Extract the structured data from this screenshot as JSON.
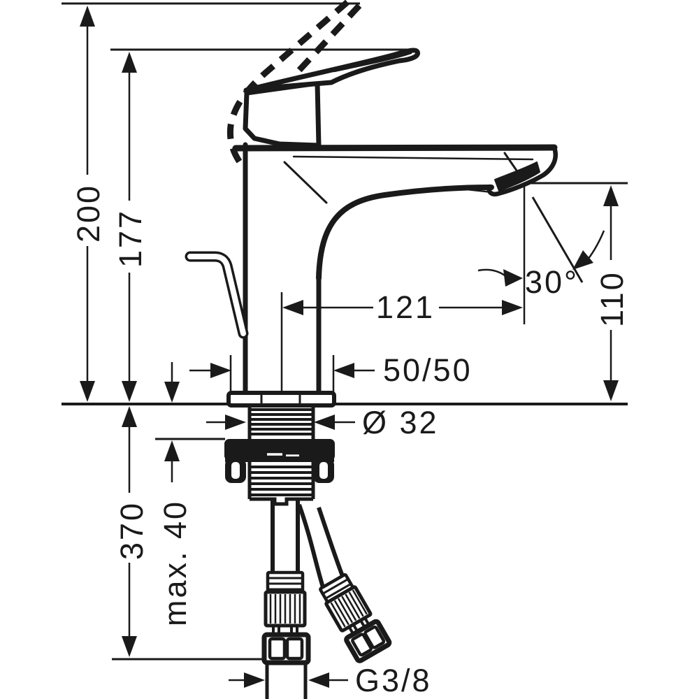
{
  "colors": {
    "ink": "#1a1a1a",
    "background": "#ffffff"
  },
  "labels": {
    "total_height": "200",
    "height_to_spout": "177",
    "spout_reach": "121",
    "spout_angle": "30°",
    "spout_outlet_height": "110",
    "supply_spacing": "50/50",
    "mounting_hole_diameter": "Ø 32",
    "max_mounting_thickness": "max. 40",
    "hose_length": "370",
    "thread_size": "G3/8"
  }
}
